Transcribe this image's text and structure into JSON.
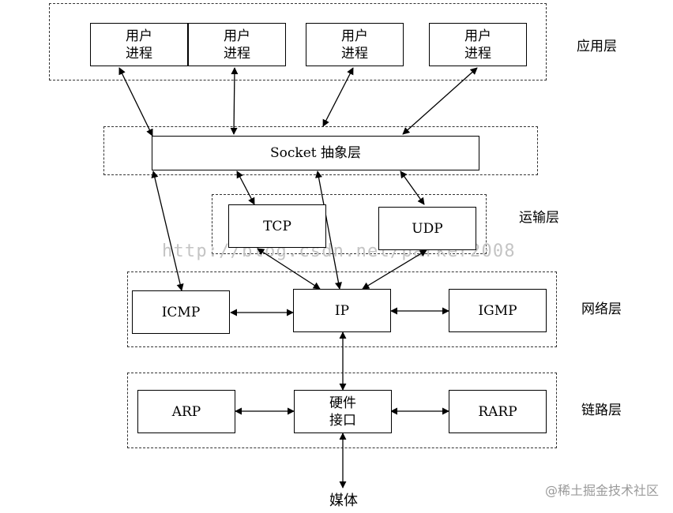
{
  "layers": {
    "application": "应用层",
    "transport": "运输层",
    "network": "网络层",
    "link": "链路层"
  },
  "boxes": {
    "user_process_1": "用户\n进程",
    "user_process_2": "用户\n进程",
    "user_process_3": "用户\n进程",
    "user_process_4": "用户\n进程",
    "socket": "Socket 抽象层",
    "tcp": "TCP",
    "udp": "UDP",
    "icmp": "ICMP",
    "ip": "IP",
    "igmp": "IGMP",
    "arp": "ARP",
    "hardware_interface": "硬件\n接口",
    "rarp": "RARP"
  },
  "medium": "媒体",
  "watermark": "http://blog.csdn.net/parker2008",
  "credit": "@稀土掘金技术社区"
}
